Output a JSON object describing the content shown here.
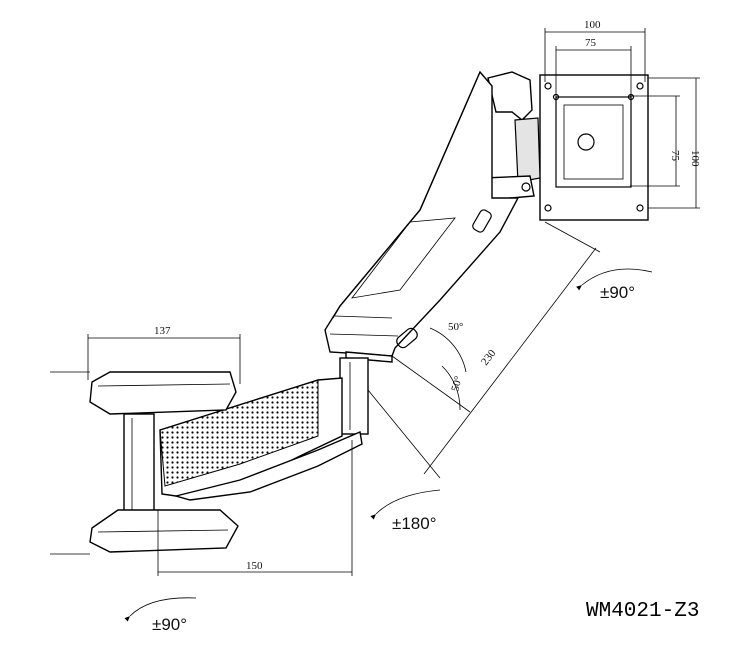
{
  "dimensions": {
    "vesa_width_outer": "100",
    "vesa_width_inner": "75",
    "vesa_height_inner": "75",
    "vesa_height_outer": "100",
    "arm_reach": "230",
    "clamp_depth": "137",
    "base_extent": "150",
    "tilt_angle_top": "50°",
    "tilt_angle_bottom": "50°"
  },
  "rotations": {
    "head": "±90°",
    "arm": "±180°",
    "base": "±90°"
  },
  "model": "WM4021-Z3"
}
